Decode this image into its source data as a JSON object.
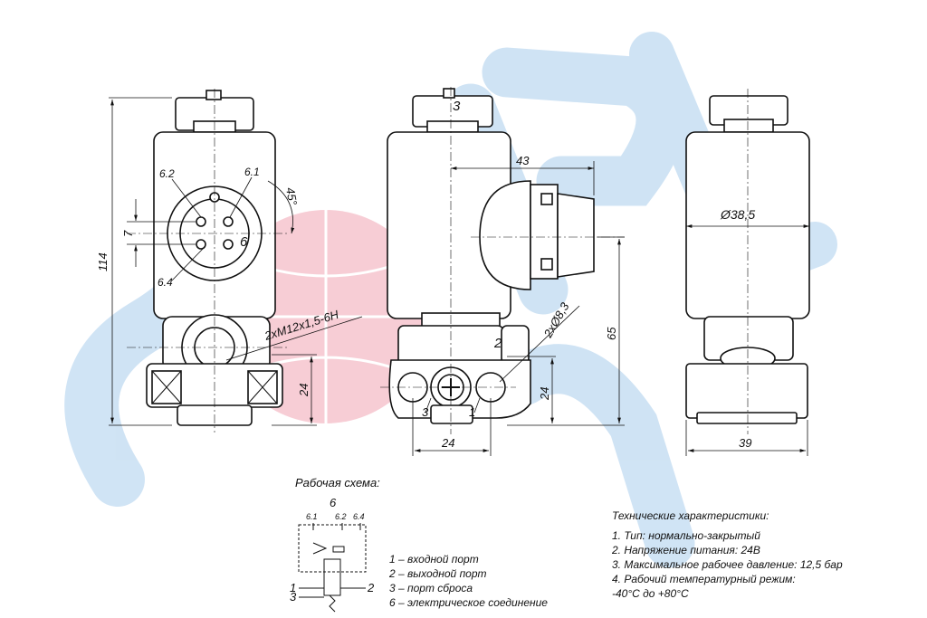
{
  "views": {
    "front": {
      "dim_height": "114",
      "dim_7": "7",
      "dim_24": "24",
      "angle": "45°",
      "thread": "2xM12x1,5-6H",
      "pins": [
        "6.2",
        "6.1",
        "6",
        "6.4"
      ]
    },
    "side": {
      "port_top": "3",
      "port_out": "2",
      "port_in": "1",
      "port_exhaust": "3",
      "dim_43": "43",
      "dim_65": "65",
      "dim_24h": "24",
      "dim_24w": "24",
      "hole": "2xØ8,3"
    },
    "rear": {
      "diameter": "Ø38,5",
      "dim_39": "39"
    }
  },
  "scheme": {
    "title": "Рабочая схема:",
    "label_6": "6",
    "pins": [
      "6.1",
      "6.2",
      "6.4"
    ],
    "port_1": "1",
    "port_2": "2",
    "port_3": "3"
  },
  "legend": [
    "1 – входной порт",
    "2 – выходной порт",
    "3 – порт сброса",
    "6 – электрическое соединение"
  ],
  "specs": {
    "title": "Технические характеристики:",
    "items": [
      "1. Тип: нормально-закрытый",
      "2. Напряжение питания: 24В",
      "3. Максимальное рабочее давление: 12,5 бар",
      "4. Рабочий температурный режим:",
      "-40°C до +80°C"
    ]
  }
}
